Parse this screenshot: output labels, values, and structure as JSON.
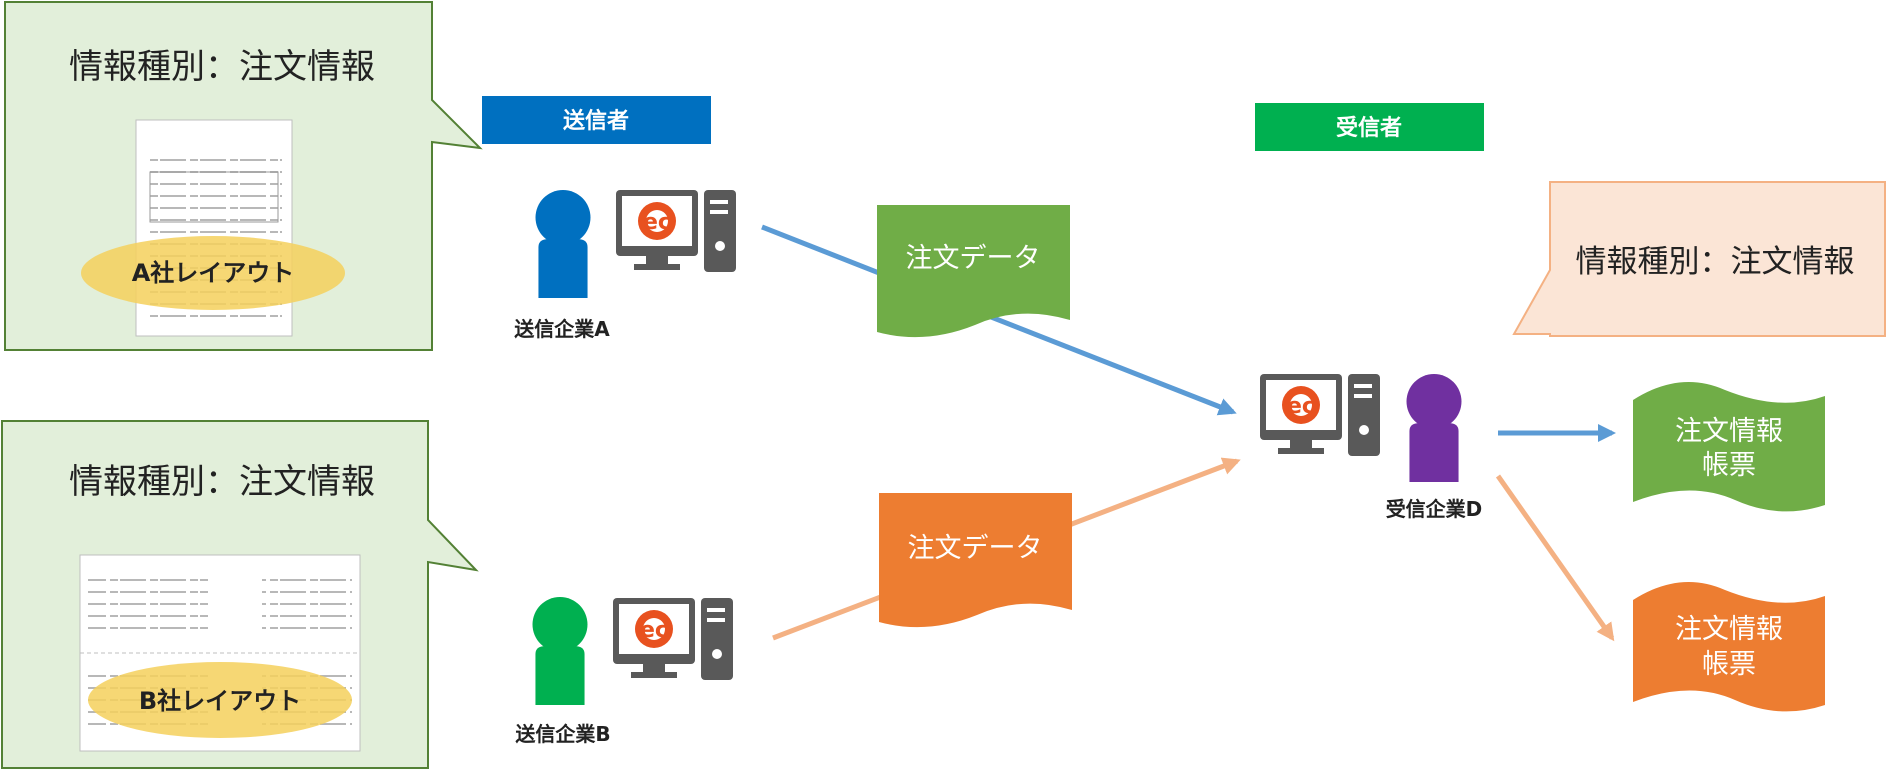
{
  "colors": {
    "callout_green_fill": "#e2efda",
    "callout_green_stroke": "#538135",
    "callout_peach_fill": "#fbe5d6",
    "callout_peach_stroke": "#f4b183",
    "sender_blue": "#0070c0",
    "receiver_green": "#00b050",
    "doc_green": "#70ad47",
    "doc_orange": "#ed7d31",
    "arrow_blue": "#5b9bd5",
    "arrow_orange": "#f4b183",
    "person_blue": "#0070c0",
    "person_green": "#00b050",
    "person_purple": "#7030a0",
    "computer_gray": "#595959",
    "ec_logo": "#e8511f",
    "highlight_yellow": "#f5d05c"
  },
  "callouts": {
    "a": {
      "title": "情報種別：注文情報",
      "layout_label": "A社レイアウト"
    },
    "b": {
      "title": "情報種別：注文情報",
      "layout_label": "B社レイアウト"
    },
    "receiver": {
      "title": "情報種別：注文情報"
    }
  },
  "roles": {
    "sender": "送信者",
    "receiver": "受信者"
  },
  "companies": {
    "a": "送信企業A",
    "b": "送信企業B",
    "d": "受信企業D"
  },
  "data_docs": {
    "a": "注文データ",
    "b": "注文データ"
  },
  "output_docs": {
    "green": {
      "line1": "注文情報",
      "line2": "帳票"
    },
    "orange": {
      "line1": "注文情報",
      "line2": "帳票"
    }
  },
  "icons": [
    "person-icon",
    "computer-icon",
    "ec-logo-icon",
    "document-thumbnail-icon"
  ]
}
